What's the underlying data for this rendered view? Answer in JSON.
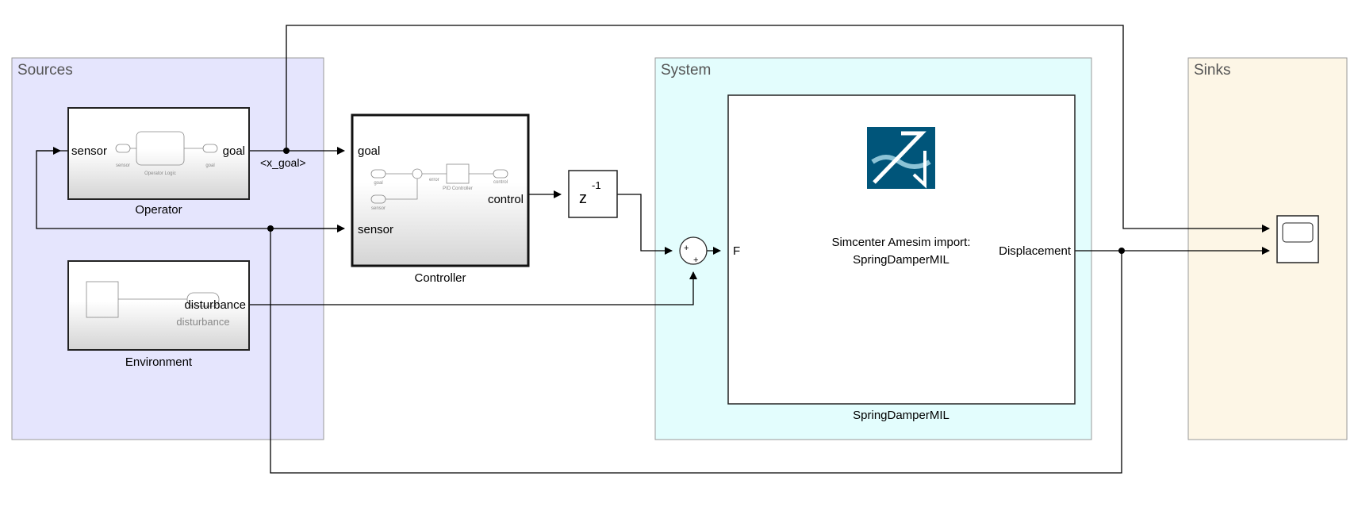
{
  "areas": {
    "sources": {
      "title": "Sources",
      "color": "#e5e5fd"
    },
    "system": {
      "title": "System",
      "color": "#e3fdfd"
    },
    "sinks": {
      "title": "Sinks",
      "color": "#fdf6e6"
    }
  },
  "blocks": {
    "operator": {
      "name": "Operator",
      "in_port": "sensor",
      "out_port": "goal",
      "inner_in": "sensor",
      "inner_out": "goal",
      "inner_block": "Operator Logic"
    },
    "environment": {
      "name": "Environment",
      "out_port": "disturbance",
      "inner_out": "disturbance"
    },
    "controller": {
      "name": "Controller",
      "in_port_1": "goal",
      "in_port_2": "sensor",
      "out_port": "control",
      "inner_goal": "goal",
      "inner_sensor": "sensor",
      "inner_error": "error",
      "inner_pid": "PID Controller",
      "inner_control": "control"
    },
    "delay": {
      "base": "z",
      "exponent": "-1"
    },
    "sum": {
      "sign_1": "+",
      "sign_2": "+"
    },
    "spring_damper": {
      "name": "SpringDamperMIL",
      "in_port": "F",
      "out_port": "Displacement",
      "description_line_1": "Simcenter Amesim import:",
      "description_line_2": "SpringDamperMIL",
      "logo_color": "#00557a"
    },
    "scope": {}
  },
  "signals": {
    "goal_label": "<x_goal>"
  }
}
